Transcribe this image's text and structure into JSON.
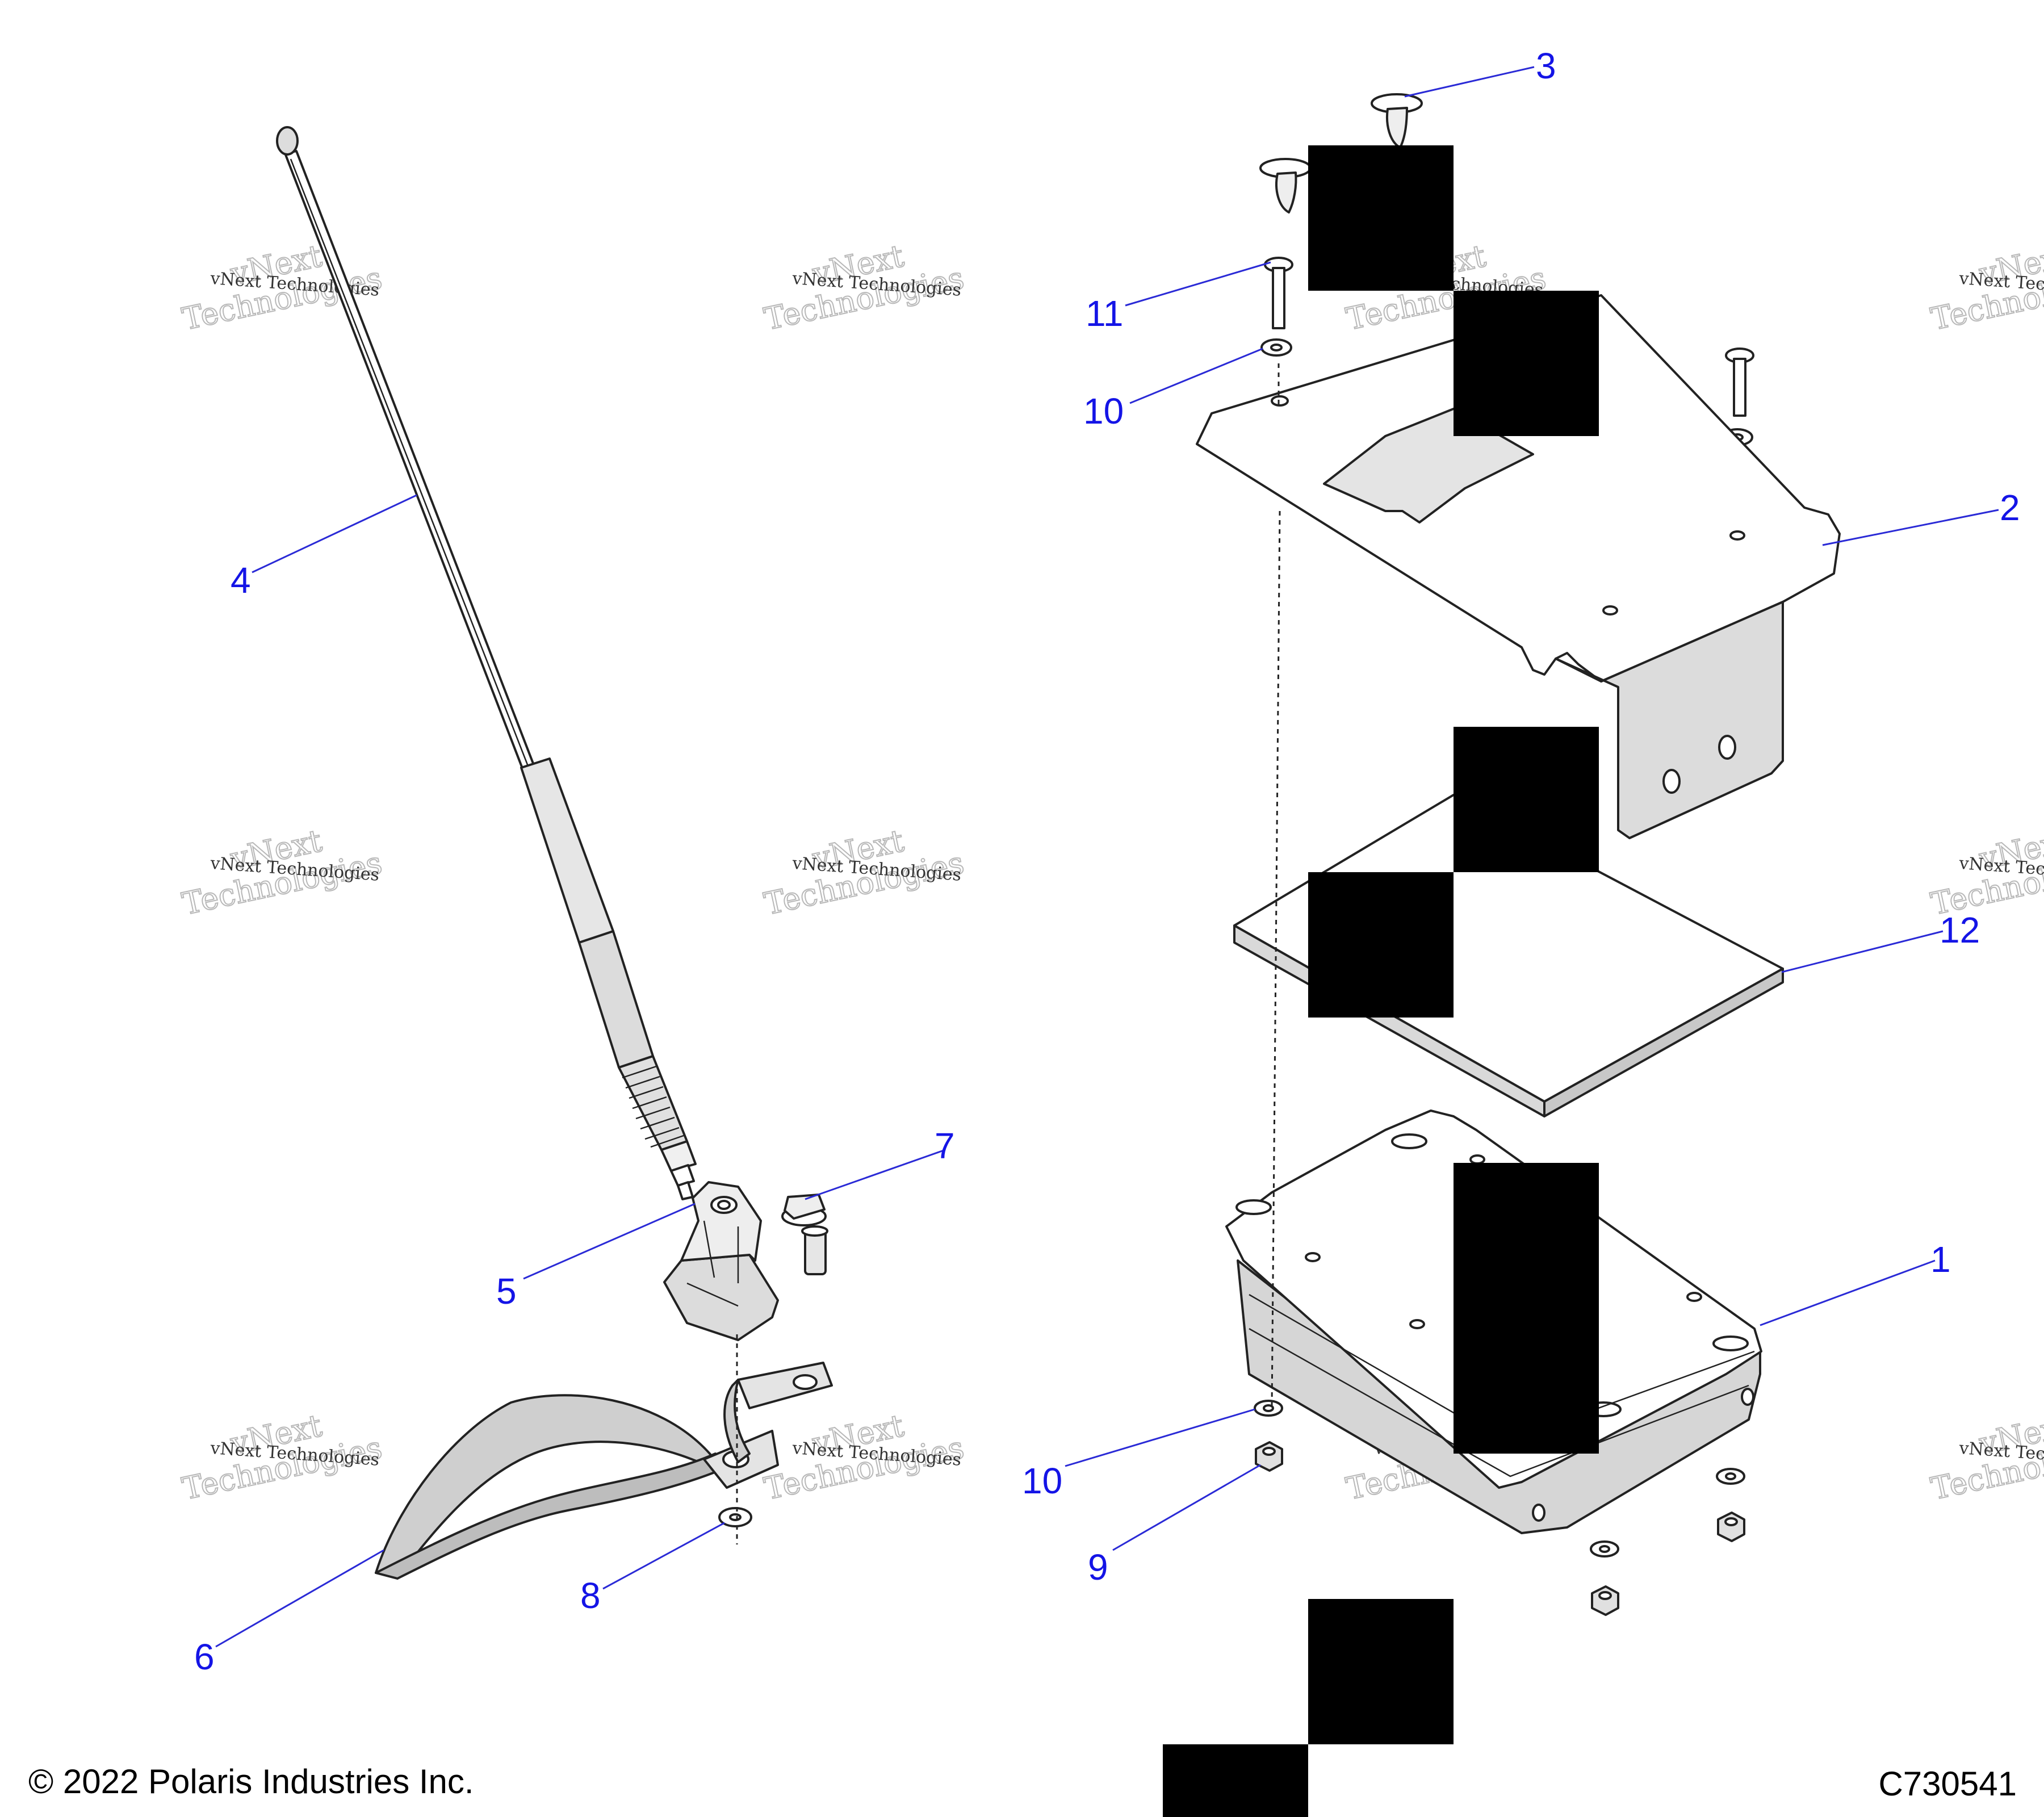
{
  "colors": {
    "callout": "#1414e6",
    "leader": "#2a2ad6",
    "part_fill": "#ffffff",
    "part_shade": "#d9d9d9",
    "redaction": "#000000"
  },
  "callouts": [
    {
      "id": "c1",
      "label": "1"
    },
    {
      "id": "c2",
      "label": "2"
    },
    {
      "id": "c3",
      "label": "3"
    },
    {
      "id": "c4",
      "label": "4"
    },
    {
      "id": "c5",
      "label": "5"
    },
    {
      "id": "c6",
      "label": "6"
    },
    {
      "id": "c7",
      "label": "7"
    },
    {
      "id": "c8",
      "label": "8"
    },
    {
      "id": "c9",
      "label": "9"
    },
    {
      "id": "c10a",
      "label": "10"
    },
    {
      "id": "c10b",
      "label": "10"
    },
    {
      "id": "c11",
      "label": "11"
    },
    {
      "id": "c12",
      "label": "12"
    }
  ],
  "watermark": {
    "line1": "vNext Technologies",
    "line2": "vNext",
    "line3": "Technologies"
  },
  "footer": {
    "copyright": "© 2022 Polaris Industries Inc.",
    "code": "C730541"
  },
  "icons": {
    "antenna_mast": "antenna-mast-icon",
    "antenna_base": "antenna-mount-icon",
    "bolt": "flange-bolt-icon",
    "ground_strap": "ground-strap-icon",
    "bracket": "mounting-bracket-icon",
    "pad": "isolator-pad-icon",
    "radio": "radio-module-icon",
    "washer": "washer-icon",
    "nut": "hex-nut-icon",
    "push_rivet": "push-rivet-icon",
    "screw": "screw-icon"
  }
}
